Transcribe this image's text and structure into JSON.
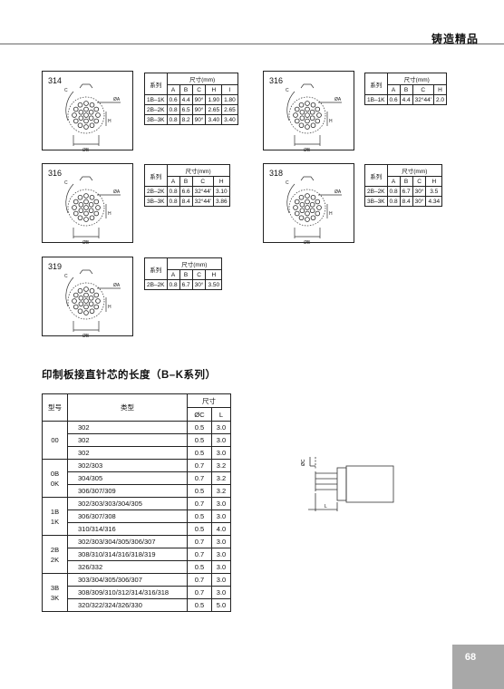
{
  "header": {
    "title": "铸造精品"
  },
  "diagrams": [
    {
      "number": "314",
      "table": {
        "col_label": "系列",
        "size_label": "尺寸(mm)",
        "columns": [
          "A",
          "B",
          "C",
          "H",
          "I"
        ],
        "rows": [
          [
            "1B–1K",
            "0.6",
            "4.4",
            "90°",
            "1.90",
            "1.80"
          ],
          [
            "2B–2K",
            "0.8",
            "6.5",
            "90°",
            "2.65",
            "2.65"
          ],
          [
            "3B–3K",
            "0.8",
            "8.2",
            "90°",
            "3.40",
            "3.40"
          ]
        ]
      }
    },
    {
      "number": "316",
      "table": {
        "col_label": "系列",
        "size_label": "尺寸(mm)",
        "columns": [
          "A",
          "B",
          "C",
          "H"
        ],
        "rows": [
          [
            "1B–1K",
            "0.6",
            "4.4",
            "32°44'",
            "2.0"
          ]
        ]
      }
    },
    {
      "number": "316",
      "table": {
        "col_label": "系列",
        "size_label": "尺寸(mm)",
        "columns": [
          "A",
          "B",
          "C",
          "H"
        ],
        "rows": [
          [
            "2B–2K",
            "0.8",
            "6.6",
            "32°44'",
            "3.10"
          ],
          [
            "3B–3K",
            "0.8",
            "8.4",
            "32°44'",
            "3.86"
          ]
        ]
      }
    },
    {
      "number": "318",
      "table": {
        "col_label": "系列",
        "size_label": "尺寸(mm)",
        "columns": [
          "A",
          "B",
          "C",
          "H"
        ],
        "rows": [
          [
            "2B–2K",
            "0.8",
            "6.7",
            "30°",
            "3.5"
          ],
          [
            "3B–3K",
            "0.8",
            "8.4",
            "30°",
            "4.34"
          ]
        ]
      }
    },
    {
      "number": "319",
      "table": {
        "col_label": "系列",
        "size_label": "尺寸(mm)",
        "columns": [
          "A",
          "B",
          "C",
          "H"
        ],
        "rows": [
          [
            "2B–2K",
            "0.8",
            "6.7",
            "30°",
            "3.50"
          ]
        ]
      }
    }
  ],
  "diagram_labels": {
    "a": "ØA",
    "b": "ØB",
    "c": "C",
    "h": "H",
    "i": "I",
    "l": "L",
    "oc": "ØC"
  },
  "section_title": "印制板接直针芯的长度（B–K系列）",
  "length_table": {
    "col_model": "型号",
    "col_type": "类型",
    "col_size": "尺寸",
    "col_oc": "ØC",
    "col_l": "L",
    "groups": [
      {
        "model": [
          "00"
        ],
        "rows": [
          [
            "302",
            "0.5",
            "3.0"
          ],
          [
            "302",
            "0.5",
            "3.0"
          ],
          [
            "302",
            "0.5",
            "3.0"
          ]
        ]
      },
      {
        "model": [
          "0B",
          "0K"
        ],
        "rows": [
          [
            "302/303",
            "0.7",
            "3.2"
          ],
          [
            "304/305",
            "0.7",
            "3.2"
          ],
          [
            "306/307/309",
            "0.5",
            "3.2"
          ]
        ]
      },
      {
        "model": [
          "1B",
          "1K"
        ],
        "rows": [
          [
            "302/303/303/304/305",
            "0.7",
            "3.0"
          ],
          [
            "306/307/308",
            "0.5",
            "3.0"
          ],
          [
            "310/314/316",
            "0.5",
            "4.0"
          ]
        ]
      },
      {
        "model": [
          "2B",
          "2K"
        ],
        "rows": [
          [
            "302/303/304/305/306/307",
            "0.7",
            "3.0"
          ],
          [
            "308/310/314/316/318/319",
            "0.7",
            "3.0"
          ],
          [
            "326/332",
            "0.5",
            "3.0"
          ]
        ]
      },
      {
        "model": [
          "3B",
          "3K"
        ],
        "rows": [
          [
            "303/304/305/306/307",
            "0.7",
            "3.0"
          ],
          [
            "308/309/310/312/314/316/318",
            "0.7",
            "3.0"
          ],
          [
            "320/322/324/326/330",
            "0.5",
            "5.0"
          ]
        ]
      }
    ]
  },
  "page_number": "68"
}
